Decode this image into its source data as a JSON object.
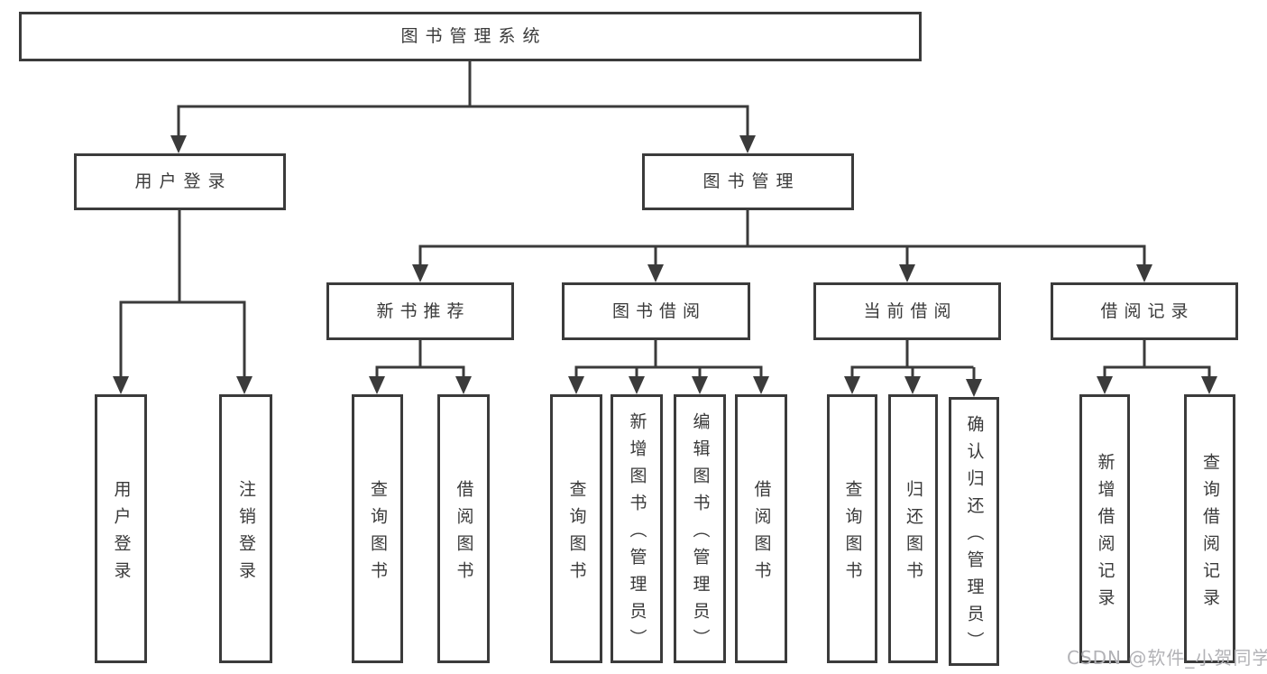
{
  "tree": {
    "root": "图书管理系统",
    "branches": [
      {
        "label": "用户登录",
        "children": [
          {
            "label": "用户登录"
          },
          {
            "label": "注销登录"
          }
        ]
      },
      {
        "label": "图书管理",
        "sub": [
          {
            "label": "新书推荐",
            "children": [
              {
                "label": "查询图书"
              },
              {
                "label": "借阅图书"
              }
            ]
          },
          {
            "label": "图书借阅",
            "children": [
              {
                "label": "查询图书"
              },
              {
                "label": "新增图书（管理员）"
              },
              {
                "label": "编辑图书（管理员）"
              },
              {
                "label": "借阅图书"
              }
            ]
          },
          {
            "label": "当前借阅",
            "children": [
              {
                "label": "查询图书"
              },
              {
                "label": "归还图书"
              },
              {
                "label": "确认归还（管理员）"
              }
            ]
          },
          {
            "label": "借阅记录",
            "children": [
              {
                "label": "新增借阅记录"
              },
              {
                "label": "查询借阅记录"
              }
            ]
          }
        ]
      }
    ]
  },
  "watermark": {
    "text": "CSDN @软件_小贺同学"
  },
  "colors": {
    "line": "#3b3b3b",
    "text": "#3a3a3a",
    "watermark": "#b2b2b6",
    "background": "#ffffff"
  }
}
